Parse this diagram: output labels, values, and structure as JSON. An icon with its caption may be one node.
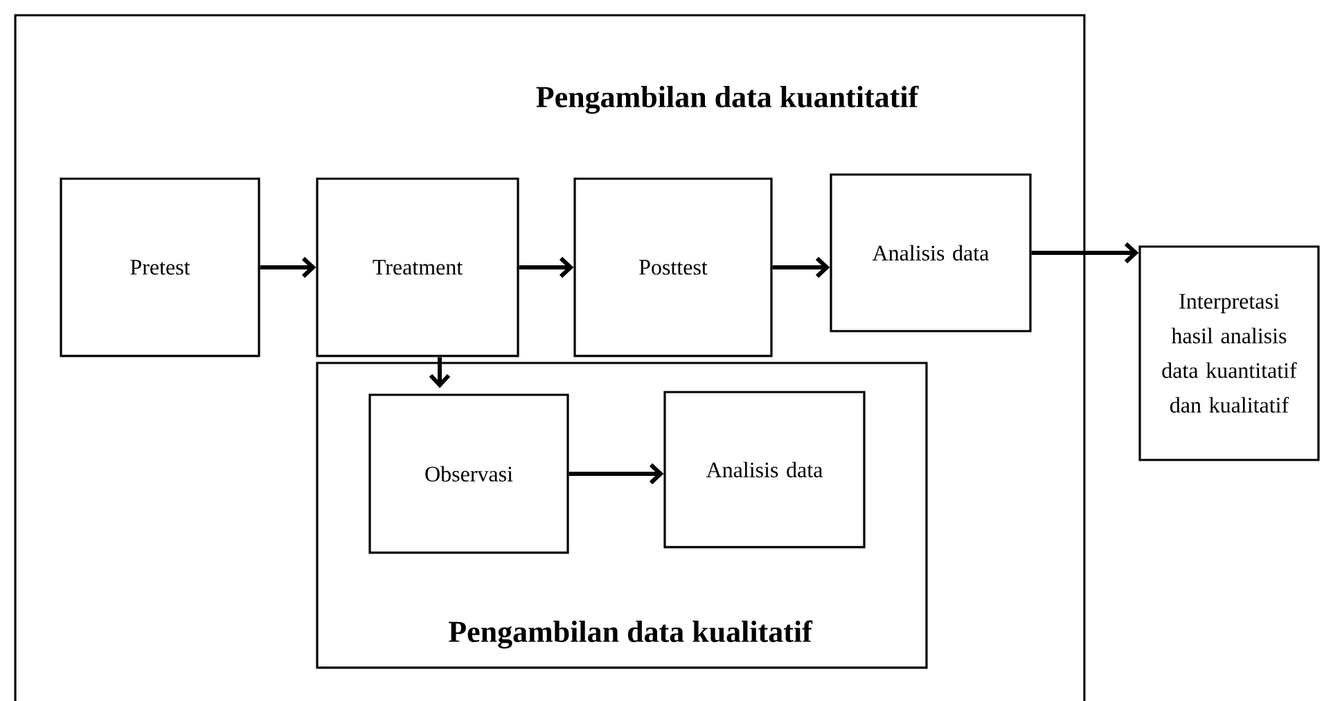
{
  "diagram": {
    "nodes": [
      {
        "text": [
          "Pengambilan data kuantitatif"
        ]
      },
      {
        "text": [
          "Pretest"
        ],
        "in": 0
      },
      {
        "text": [
          "Treatment"
        ],
        "in": 0
      },
      {
        "text": [
          "Posttest"
        ],
        "in": 0
      },
      {
        "text": [
          "Analisis data"
        ],
        "in": 0
      },
      {
        "text": [
          "Pengambilan data kualitatif"
        ],
        "in": 0
      },
      {
        "text": [
          "Observasi"
        ],
        "in": 5
      },
      {
        "text": [
          "Analisis data"
        ],
        "in": 5
      },
      {
        "text": [
          "Interpretasi hasil analisis data kuantitatif dan kualitatif"
        ]
      }
    ],
    "edges": [
      {
        "from": 1,
        "to": 2,
        "arrow": "to"
      },
      {
        "from": 2,
        "to": 3,
        "arrow": "to"
      },
      {
        "from": 3,
        "to": 4,
        "arrow": "to"
      },
      {
        "from": 2,
        "to": 5,
        "arrow": "to"
      },
      {
        "from": 6,
        "to": 7,
        "arrow": "to"
      },
      {
        "from": 4,
        "to": 8,
        "arrow": "to"
      }
    ]
  }
}
